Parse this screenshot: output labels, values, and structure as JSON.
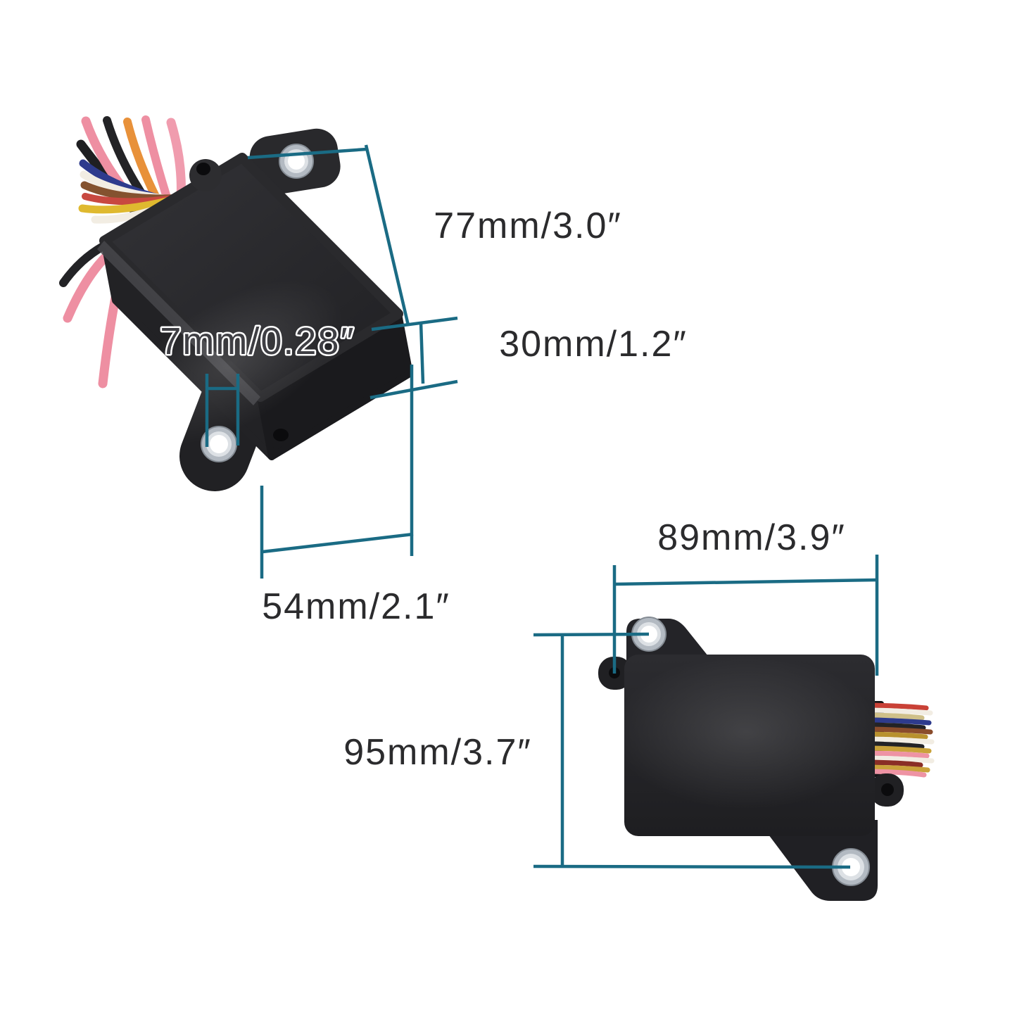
{
  "diagram": {
    "background": "#ffffff",
    "views": {
      "perspective": {
        "title": "perspective-view",
        "dimensions": {
          "top_width": "77mm/3.0″",
          "side_height": "30mm/1.2″",
          "hole": "7mm/0.28″",
          "bottom_depth": "54mm/2.1″"
        }
      },
      "side": {
        "title": "side-view",
        "dimensions": {
          "width": "89mm/3.9″",
          "height": "95mm/3.7″"
        }
      }
    },
    "colors": {
      "dimension_line": "#1a6b84",
      "label_text": "#2b2b2d",
      "module_body": "#232327",
      "bushing_metal": "#b3bac2",
      "hole_label_fill": "#3f3f44",
      "hole_label_outline": "#ffffff"
    }
  }
}
